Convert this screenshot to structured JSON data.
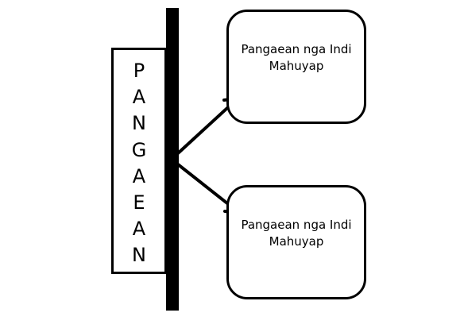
{
  "vertical_label": {
    "letters": [
      "P",
      "A",
      "N",
      "G",
      "A",
      "E",
      "A",
      "N"
    ]
  },
  "boxes": [
    {
      "label": "Pangaean nga Indi Mahuyap"
    },
    {
      "label": "Pangaean nga Indi Mahuyap"
    }
  ],
  "colors": {
    "stroke": "#000000",
    "background": "#ffffff"
  }
}
